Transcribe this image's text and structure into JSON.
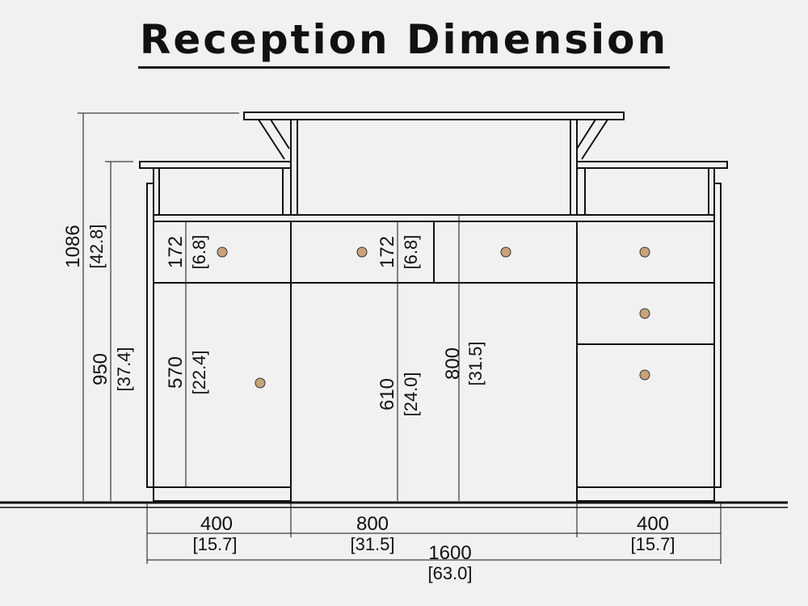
{
  "title": "Reception Dimension",
  "dimensions": {
    "total_height": {
      "mm": "1086",
      "in": "[42.8]"
    },
    "side_height": {
      "mm": "950",
      "in": "[37.4]"
    },
    "left_drawer": {
      "mm": "172",
      "in": "[6.8]"
    },
    "center_drawer": {
      "mm": "172",
      "in": "[6.8]"
    },
    "left_door": {
      "mm": "570",
      "in": "[22.4]"
    },
    "center_door": {
      "mm": "610",
      "in": "[24.0]"
    },
    "counter_height": {
      "mm": "800",
      "in": "[31.5]"
    },
    "left_width": {
      "mm": "400",
      "in": "[15.7]"
    },
    "center_width": {
      "mm": "800",
      "in": "[31.5]"
    },
    "right_width": {
      "mm": "400",
      "in": "[15.7]"
    },
    "total_width": {
      "mm": "1600",
      "in": "[63.0]"
    }
  },
  "colors": {
    "background": "#f1f1f1",
    "line": "#111111",
    "knob": "#c8a27a"
  }
}
